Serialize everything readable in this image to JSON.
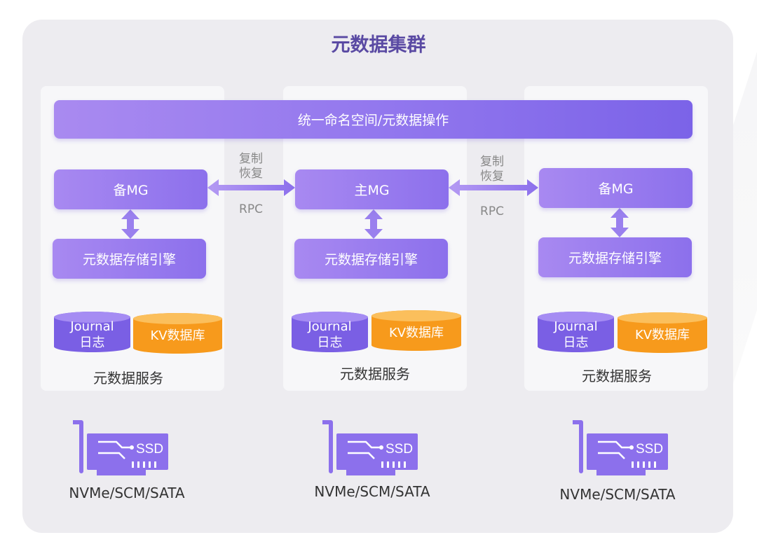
{
  "title": "元数据集群",
  "namespace": "统一命名空间/元数据操作",
  "replication": {
    "line1": "复制",
    "line2": "恢复",
    "protocol": "RPC"
  },
  "nodes": [
    {
      "mg": "备MG",
      "engine": "元数据存储引擎",
      "journal_line1": "Journal",
      "journal_line2": "日志",
      "kv": "KV数据库",
      "service": "元数据服务",
      "ssd": "SSD",
      "device": "NVMe/SCM/SATA"
    },
    {
      "mg": "主MG",
      "engine": "元数据存储引擎",
      "journal_line1": "Journal",
      "journal_line2": "日志",
      "kv": "KV数据库",
      "service": "元数据服务",
      "ssd": "SSD",
      "device": "NVMe/SCM/SATA"
    },
    {
      "mg": "备MG",
      "engine": "元数据存储引擎",
      "journal_line1": "Journal",
      "journal_line2": "日志",
      "kv": "KV数据库",
      "service": "元数据服务",
      "ssd": "SSD",
      "device": "NVMe/SCM/SATA"
    }
  ],
  "colors": {
    "purple": "#8c70ec",
    "orange": "#f79a1c",
    "title": "#5a4aa3"
  }
}
